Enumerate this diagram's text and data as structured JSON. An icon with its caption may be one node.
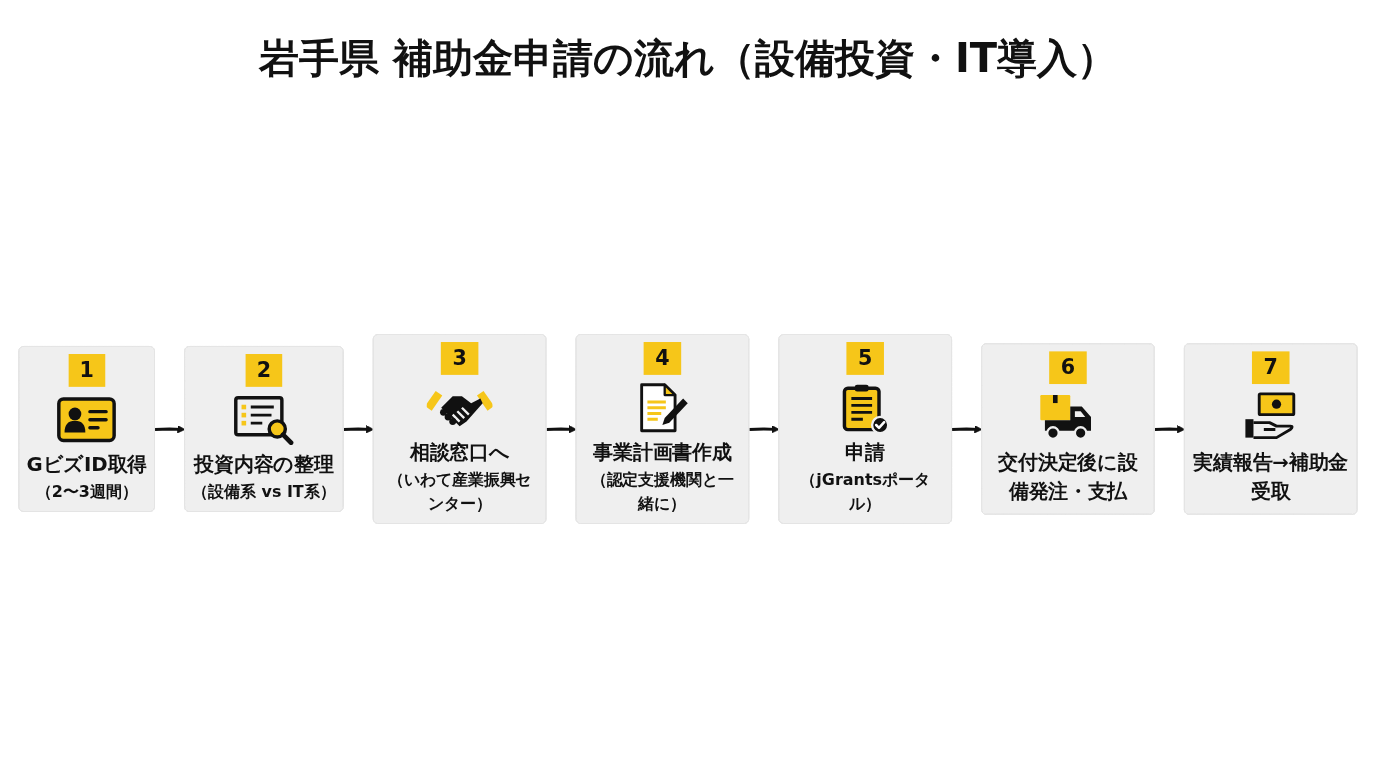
{
  "diagram": {
    "title": "岩手県 補助金申請の流れ（設備投資・IT導入）",
    "nodes": [
      {
        "text": [
          "1",
          "GビズID取得",
          "（2〜3週間）"
        ]
      },
      {
        "text": [
          "2",
          "投資内容の整理",
          "（設備系 vs IT系）"
        ]
      },
      {
        "text": [
          "3",
          "相談窓口へ",
          "（いわて産業振興センター）"
        ]
      },
      {
        "text": [
          "4",
          "事業計画書作成",
          "（認定支援機関と一緒に）"
        ]
      },
      {
        "text": [
          "5",
          "申請",
          "（jGrantsポータル）"
        ]
      },
      {
        "text": [
          "6",
          "交付決定後に設備発注・支払"
        ]
      },
      {
        "text": [
          "7",
          "実績報告→補助金受取"
        ]
      }
    ],
    "edges": [
      {
        "from": 0,
        "to": 1,
        "arrow": "to"
      },
      {
        "from": 1,
        "to": 2,
        "arrow": "to"
      },
      {
        "from": 2,
        "to": 3,
        "arrow": "to"
      },
      {
        "from": 3,
        "to": 4,
        "arrow": "to"
      },
      {
        "from": 4,
        "to": 5,
        "arrow": "to"
      },
      {
        "from": 5,
        "to": 6,
        "arrow": "to"
      }
    ]
  }
}
